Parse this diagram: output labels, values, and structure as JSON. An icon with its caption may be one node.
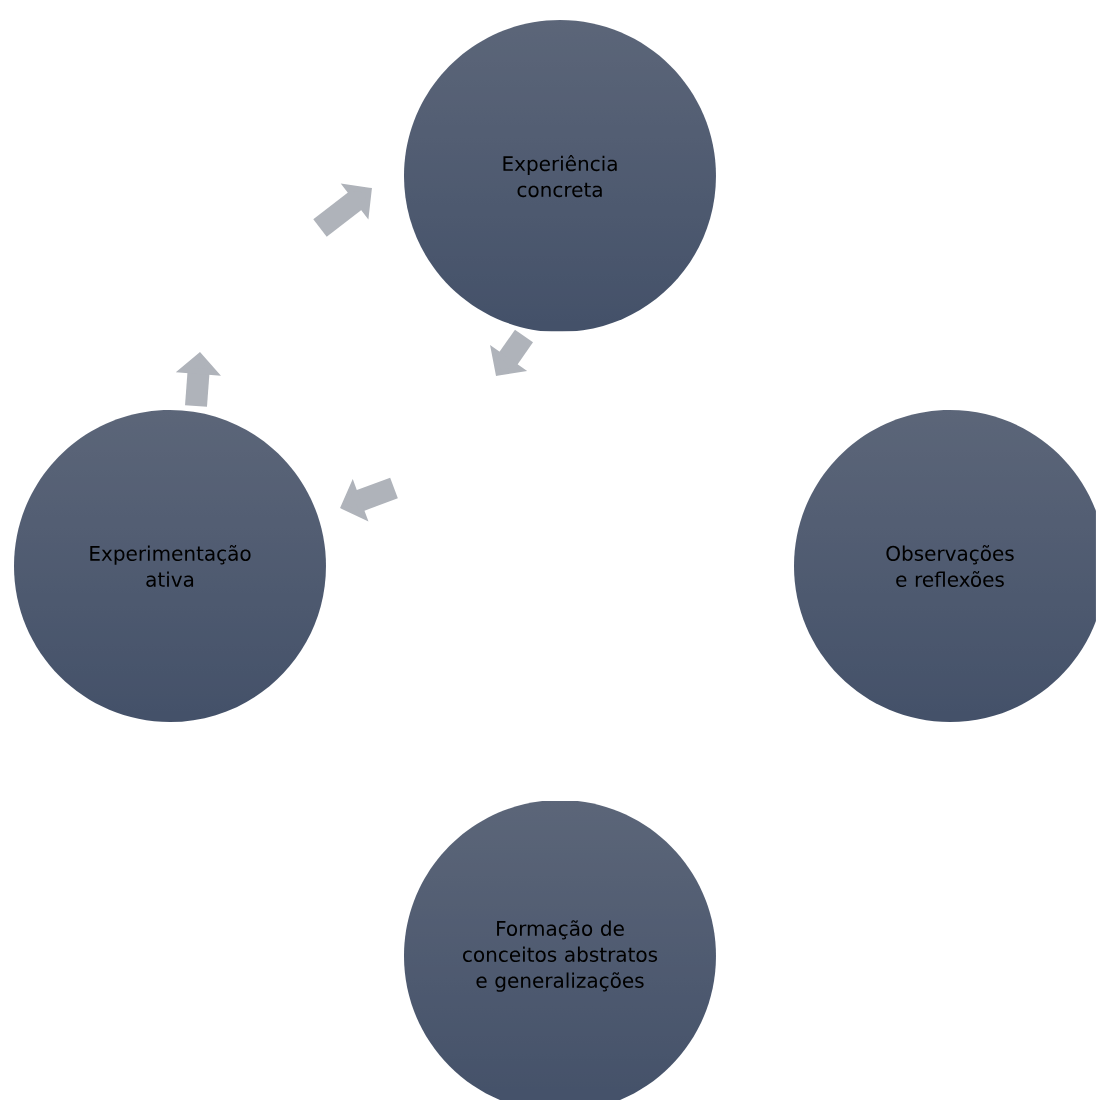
{
  "diagram": {
    "nodes": [
      {
        "text": [
          "Experiência concreta"
        ]
      },
      {
        "text": [
          "Observações e reflexões"
        ]
      },
      {
        "text": [
          "Formação de conceitos abstratos e generalizações"
        ]
      },
      {
        "text": [
          "Experimentação ativa"
        ]
      }
    ]
  }
}
